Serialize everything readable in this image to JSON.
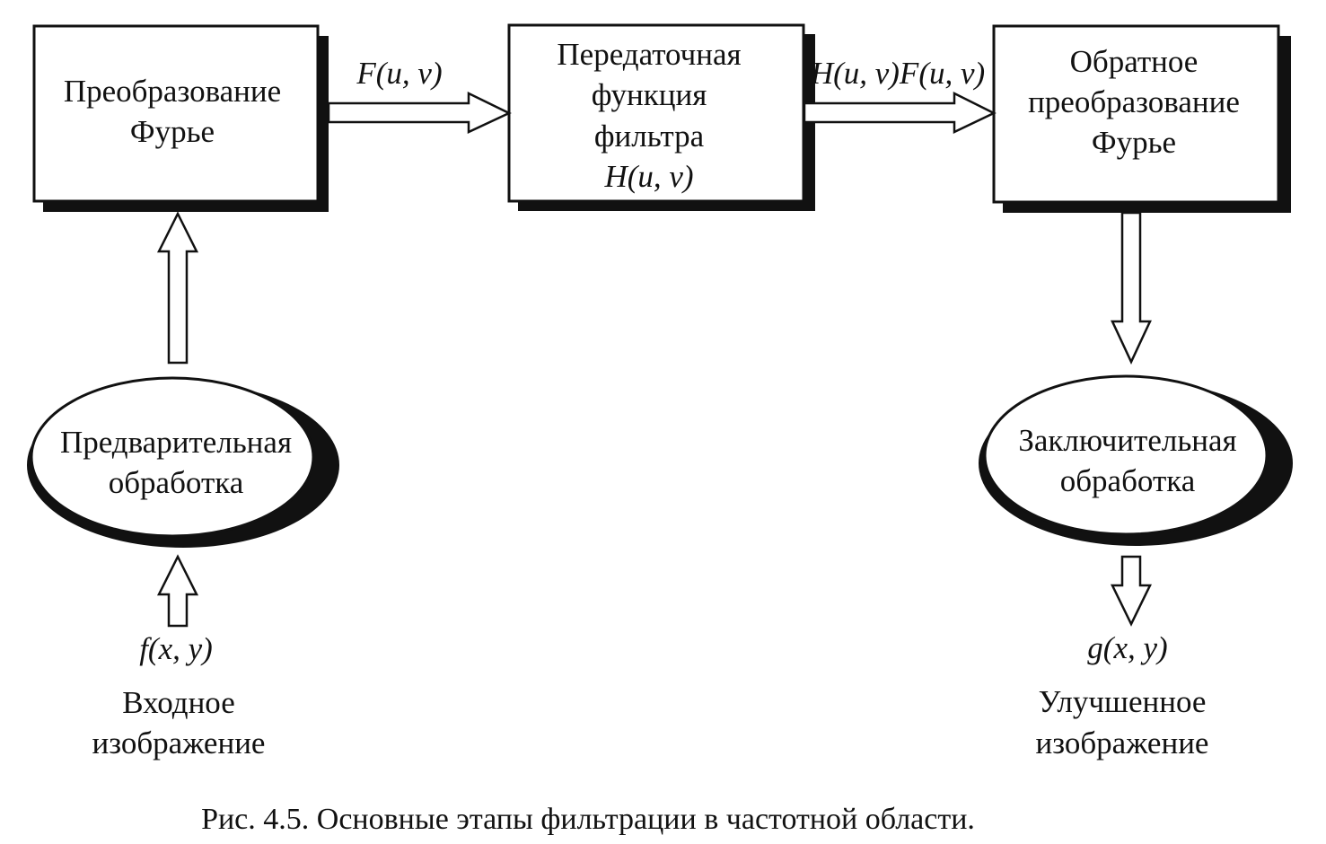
{
  "blocks": {
    "fourier": [
      "Преобразование",
      "Фурье"
    ],
    "filter": {
      "lines": [
        "Передаточная",
        "функция",
        "фильтра"
      ],
      "formula": "H(u, v)"
    },
    "inverse": [
      "Обратное",
      "преобразование",
      "Фурье"
    ],
    "preprocess": [
      "Предварительная",
      "обработка"
    ],
    "postprocess": [
      "Заключительная",
      "обработка"
    ]
  },
  "signals": {
    "spectrum": "F(u, v)",
    "filtered_spectrum": "H(u, v)F(u, v)",
    "input": "f(x, y)",
    "output": "g(x, y)"
  },
  "captions": {
    "input": [
      "Входное",
      "изображение"
    ],
    "output": [
      "Улучшенное",
      "изображение"
    ]
  },
  "figure_caption": "Рис. 4.5. Основные этапы фильтрации в частотной области."
}
